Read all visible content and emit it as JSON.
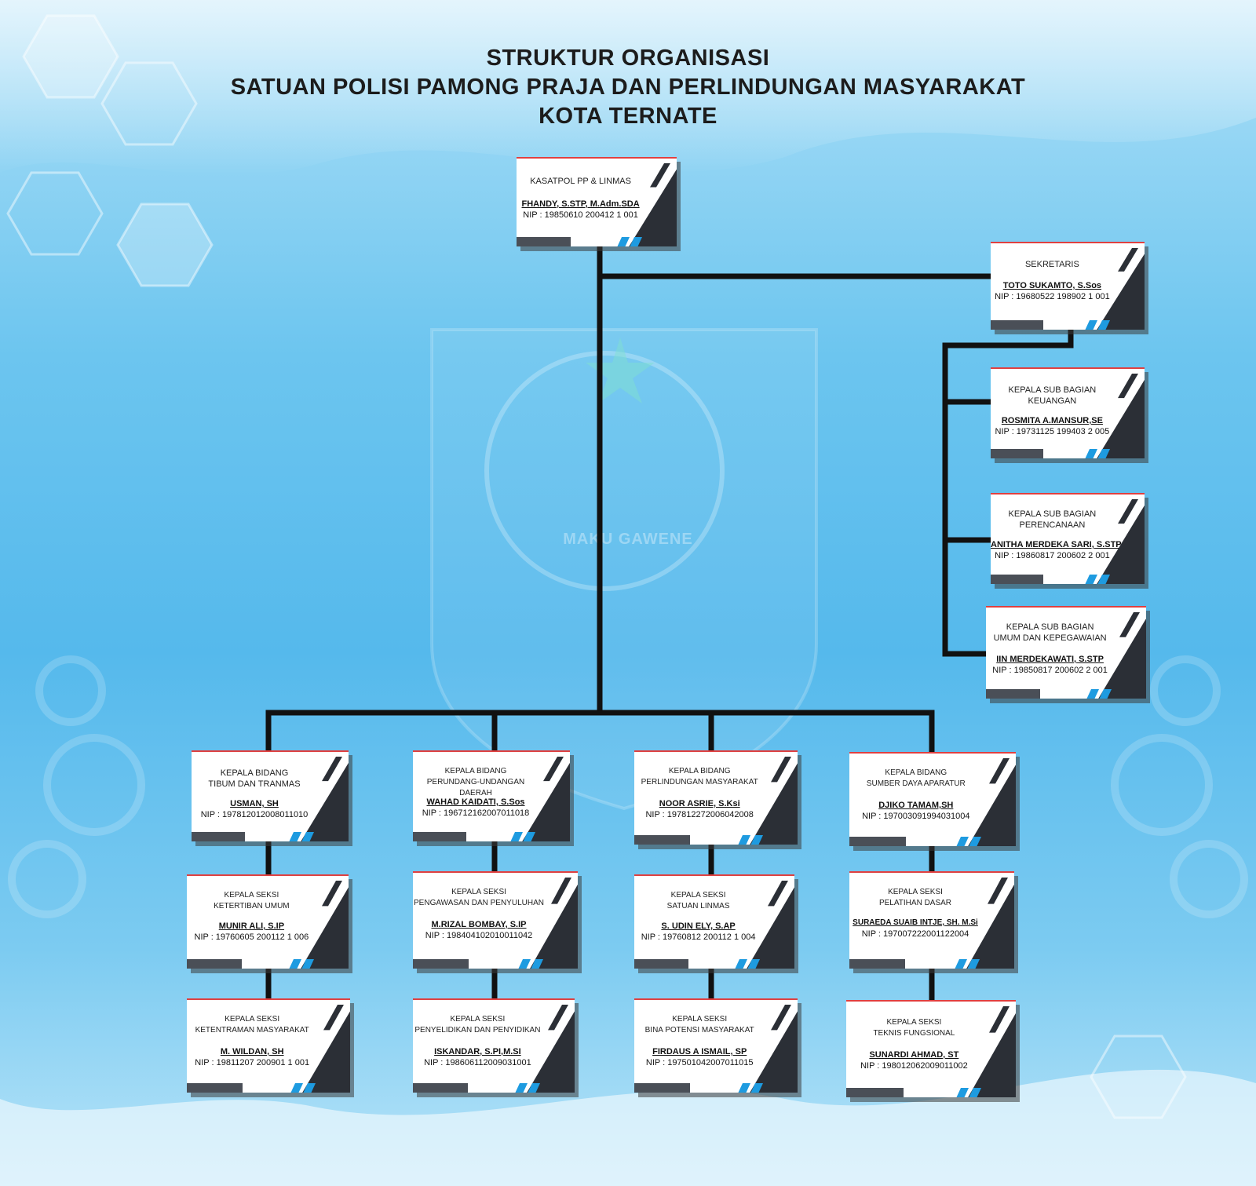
{
  "title": {
    "line1": "STRUKTUR ORGANISASI",
    "line2": "SATUAN POLISI PAMONG PRAJA DAN PERLINDUNGAN MASYARAKAT",
    "line3": "KOTA TERNATE"
  },
  "watermark": "MAKU GAWENE",
  "colors": {
    "line": "#111111",
    "card_dark": "#2b2f36",
    "card_accent": "#1e9be0",
    "card_bar": "#4a4f57"
  },
  "nodes": {
    "kasatpol": {
      "role": "KASATPOL PP & LINMAS",
      "name": "FHANDY, S.STP, M.Adm.SDA",
      "nip": "NIP : 19850610 200412 1 001"
    },
    "sekretaris": {
      "role": "SEKRETARIS",
      "name": "TOTO SUKAMTO, S.Sos",
      "nip": "NIP : 19680522 198902 1 001"
    },
    "keuangan": {
      "role": "KEPALA SUB BAGIAN\nKEUANGAN",
      "name": "ROSMITA   A.MANSUR,SE",
      "nip": "NIP : 19731125 199403 2 005"
    },
    "perencanaan": {
      "role": "KEPALA SUB BAGIAN\nPERENCANAAN",
      "name": "ANITHA  MERDEKA SARI, S.STP",
      "nip": "NIP : 19860817 200602 2 001"
    },
    "umum": {
      "role": "KEPALA SUB BAGIAN\nUMUM DAN KEPEGAWAIAN",
      "name": "IIN MERDEKAWATI, S.STP",
      "nip": "NIP : 19850817 200602 2 001"
    },
    "tibum": {
      "role": "KEPALA BIDANG\nTIBUM DAN TRANMAS",
      "name": "USMAN, SH",
      "nip": "NIP : 197812012008011010"
    },
    "perundang": {
      "role": "KEPALA BIDANG\nPERUNDANG-UNDANGAN DAERAH",
      "name": "WAHAD KAIDATI, S.Sos",
      "nip": "NIP : 196712162007011018"
    },
    "perlindungan": {
      "role": "KEPALA BIDANG\nPERLINDUNGAN MASYARAKAT",
      "name": "NOOR ASRIE, S.Ksi",
      "nip": "NIP : 197812272006042008"
    },
    "sda": {
      "role": "KEPALA BIDANG\nSUMBER DAYA APARATUR",
      "name": "DJIKO TAMAM,SH",
      "nip": "NIP : 197003091994031004"
    },
    "ketertiban": {
      "role": "KEPALA SEKSI\nKETERTIBAN UMUM",
      "name": "MUNIR ALI, S.IP",
      "nip": "NIP : 19760605 200112 1 006"
    },
    "pengawasan": {
      "role": "KEPALA SEKSI\nPENGAWASAN DAN PENYULUHAN",
      "name": "M.RIZAL BOMBAY, S.IP",
      "nip": "NIP : 198404102010011042"
    },
    "satuan": {
      "role": "KEPALA SEKSI\nSATUAN LINMAS",
      "name": "S. UDIN  ELY, S.AP",
      "nip": "NIP : 19760812 200112 1 004"
    },
    "pelatihan": {
      "role": "KEPALA SEKSI\nPELATIHAN DASAR",
      "name": "SURAEDA SUAIB INTJE, SH. M.Si",
      "nip": "NIP : 197007222001122004"
    },
    "ketentraman": {
      "role": "KEPALA SEKSI\nKETENTRAMAN MASYARAKAT",
      "name": "M. WILDAN, SH",
      "nip": "NIP : 19811207 200901 1 001"
    },
    "penyelidikan": {
      "role": "KEPALA SEKSI\nPENYELIDIKAN DAN PENYIDIKAN",
      "name": "ISKANDAR, S.PI,M.SI",
      "nip": "NIP : 198606112009031001"
    },
    "bina": {
      "role": "KEPALA SEKSI\nBINA  POTENSI MASYARAKAT",
      "name": "FIRDAUS A ISMAIL, SP",
      "nip": "NIP : 197501042007011015"
    },
    "teknis": {
      "role": "KEPALA SEKSI\nTEKNIS FUNGSIONAL",
      "name": "SUNARDI AHMAD, ST",
      "nip": "NIP : 198012062009011002"
    }
  }
}
